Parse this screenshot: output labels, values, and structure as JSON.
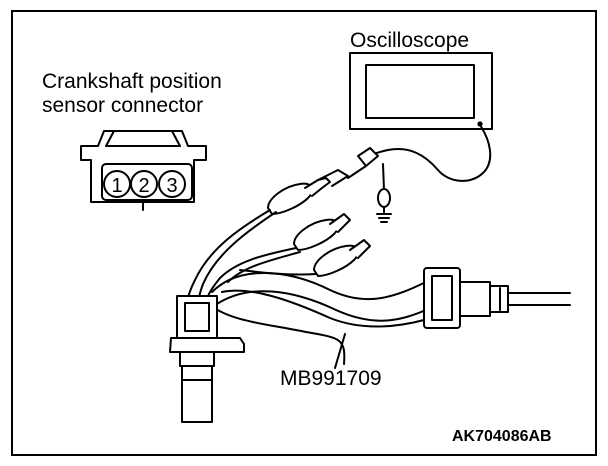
{
  "labels": {
    "oscilloscope": "Oscilloscope",
    "connector_line1": "Crankshaft position",
    "connector_line2": "sensor connector",
    "tool": "MB991709",
    "figure_code": "AK704086AB"
  },
  "connector": {
    "pins": [
      "1",
      "2",
      "3"
    ]
  },
  "icons": {
    "oscilloscope": "oscilloscope-icon",
    "sensor": "crankshaft-sensor-icon",
    "connector": "connector-face-icon",
    "ground": "ground-icon"
  }
}
